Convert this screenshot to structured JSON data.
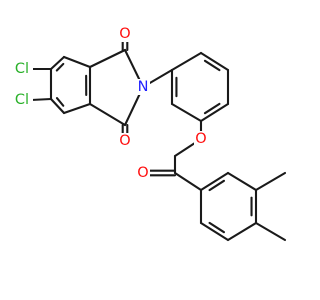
{
  "colors": {
    "background": "#ffffff",
    "bond": "#1a1a1a",
    "chlorine": "#2bb12b",
    "oxygen": "#ff0d0d",
    "nitrogen": "#2020ff"
  },
  "atom_labels": {
    "cl_top": "Cl",
    "cl_bottom": "Cl",
    "o_imide_top": "O",
    "o_imide_bottom": "O",
    "n_imide": "N",
    "o_ether": "O",
    "o_ketone": "O"
  }
}
